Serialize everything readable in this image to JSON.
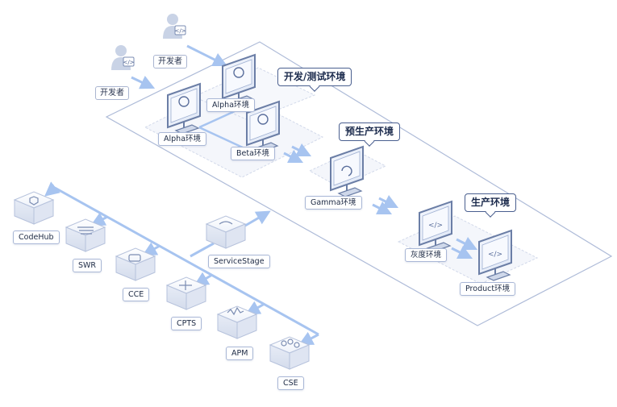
{
  "labels": {
    "dev1": "开发者",
    "dev2": "开发者",
    "dev_test_env": "开发/测试环境",
    "alpha_env_1": "Alpha环境",
    "alpha_env_2": "Alpha环境",
    "beta_env": "Beta环境",
    "pre_prod_env": "预生产环境",
    "gamma_env": "Gamma环境",
    "prod_env": "生产环境",
    "gray_env": "灰度环境",
    "product_env": "Product环境",
    "codehub": "CodeHub",
    "swr": "SWR",
    "cce": "CCE",
    "servicestage": "ServiceStage",
    "cpts": "CPTS",
    "apm": "APM",
    "cse": "CSE"
  },
  "colors": {
    "arrow": "#a7c4f0",
    "panel_border": "#aebbd8",
    "monitor_frame": "#6b7ea6",
    "accent": "#4a5f8f"
  }
}
